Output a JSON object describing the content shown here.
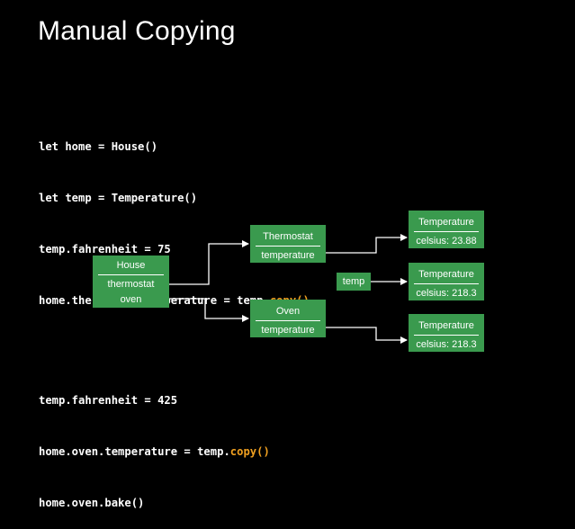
{
  "slide": {
    "title": "Manual Copying"
  },
  "code": {
    "line1": "let home = House()",
    "line2": "let temp = Temperature()",
    "line3": "temp.fahrenheit = 75",
    "line4_prefix": "home.thermostat.temperature = temp.",
    "line4_call": "copy()",
    "line5": "temp.fahrenheit = 425",
    "line6_prefix": "home.oven.temperature = temp.",
    "line6_call": "copy()",
    "line7": "home.oven.bake()"
  },
  "diagram": {
    "house": {
      "title": "House",
      "field1": "thermostat",
      "field2": "oven"
    },
    "thermostat": {
      "title": "Thermostat",
      "field": "temperature"
    },
    "oven": {
      "title": "Oven",
      "field": "temperature"
    },
    "temp_var": {
      "label": "temp"
    },
    "temperature1": {
      "title": "Temperature",
      "field": "celsius: 23.88"
    },
    "temperature2": {
      "title": "Temperature",
      "field": "celsius: 218.3"
    },
    "temperature3": {
      "title": "Temperature",
      "field": "celsius: 218.3"
    }
  },
  "colors": {
    "background": "#000000",
    "box_fill": "#3a9a4e",
    "highlight": "#f0a020"
  }
}
